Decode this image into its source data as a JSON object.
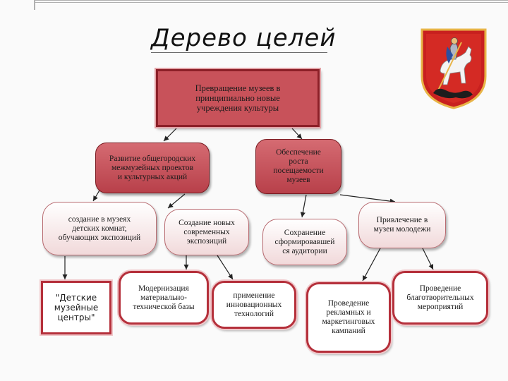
{
  "slide": {
    "title": "Дерево целей",
    "emblem_icon": "moscow-coat-of-arms-icon"
  },
  "nodes": {
    "root": "Превращение музеев в\nпринципиально новые\nучреждения культуры",
    "develop": "Развитие общегородских\nмежмузейных проектов\nи культурных акций",
    "attendance": "Обеспечение\nроста\nпосещаемости\nмузеев",
    "kids_rooms": "создание в музеях\nдетских комнат,\nобучающих экспозиций",
    "new_expos": "Создание новых\nсовременных\nэкспозиций",
    "keep_audience": "Сохранение\nсформировавшей\nся аудитории",
    "youth": "Привлечение в\nмузеи молодежи",
    "kids_centers": "\"Детские\nмузейные\nцентры\"",
    "modernization": "Модернизация\nматериально-\nтехнической базы",
    "innovation": "применение\nинновационных\nтехнологий",
    "ads": "Проведение\nрекламных и\nмаркетинговых\nкампаний",
    "charity": "Проведение\nблаготворительных\nмероприятий"
  },
  "colors": {
    "accent_dark": "#b8404a",
    "accent_border": "#b5303b",
    "edge": "#222222"
  }
}
